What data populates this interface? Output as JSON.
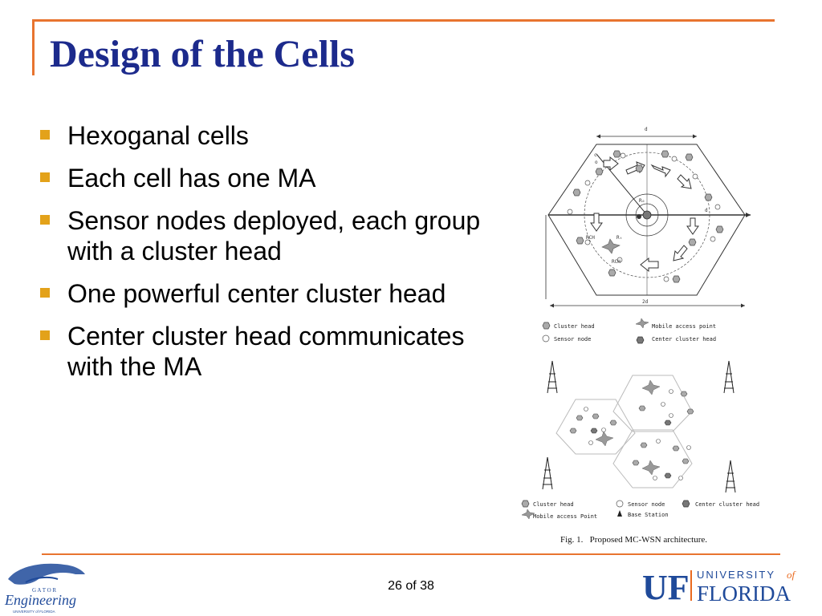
{
  "slide": {
    "title": "Design of the Cells",
    "bullets": [
      "Hexoganal cells",
      "Each cell has one MA",
      "Sensor nodes deployed, each group with a cluster head",
      "One powerful center cluster head",
      "Center cluster head communicates with the MA"
    ],
    "page_number": "26 of 38"
  },
  "figure": {
    "dimension_top": "d",
    "dimension_bottom": "2d",
    "dimension_right": "d",
    "inner_labels": {
      "c": "c",
      "o": "o",
      "r0": "R₀",
      "rt": "Rₜ",
      "rch1": "RCH",
      "rch2": "RCH"
    },
    "legend_top": {
      "cluster_head": "Cluster head",
      "sensor_node": "Sensor node",
      "mobile_access_point": "Mobile access point",
      "center_cluster_head": "Center cluster head"
    },
    "legend_bottom": {
      "cluster_head": "Cluster head",
      "sensor_node": "Sensor node",
      "center_cluster_head": "Center cluster head",
      "mobile_access_point": "Mobile access Point",
      "base_station": "Base Station"
    },
    "caption": "Fig. 1.   Proposed MC-WSN architecture."
  },
  "logos": {
    "left_line1": "G A T O R",
    "left_line2": "Engineering",
    "left_line3": "UNIVERSITY of FLORIDA",
    "right_uf": "UF",
    "right_line1": "UNIVERSITY",
    "right_of": "of",
    "right_line2": "FLORIDA"
  },
  "colors": {
    "title": "#1c2a8c",
    "accent_orange": "#e8742f",
    "bullet": "#e3a21a",
    "uf_blue": "#1f4a9a",
    "uf_orange": "#ea6a1f"
  }
}
